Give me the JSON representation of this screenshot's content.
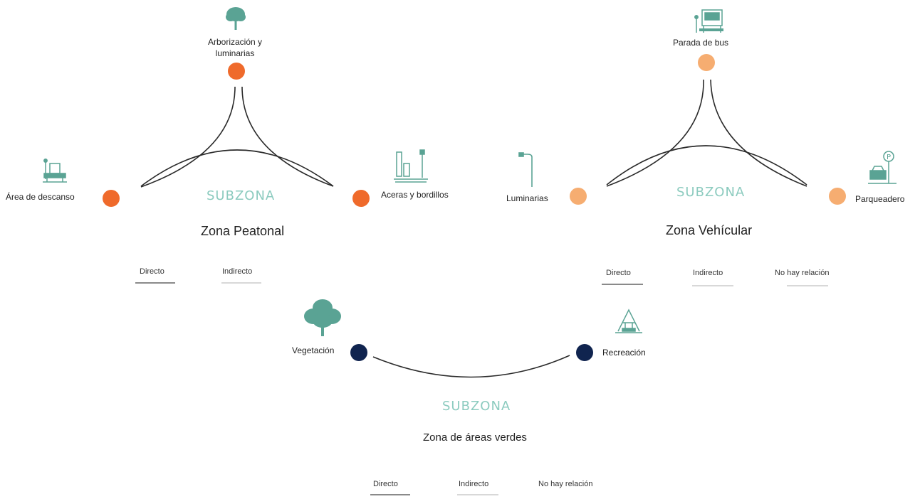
{
  "colors": {
    "peatonal_node": "#ef6a2b",
    "vehicular_node": "#f6ad71",
    "verdes_node": "#10244f",
    "subzona_text": "#8ccbbf",
    "icon": "#5aa394",
    "curve": "#2a2a2a",
    "legend_directo": "#8a8a8a",
    "legend_indirecto": "#d8d8d8"
  },
  "subzona_label": "SUBZONA",
  "zones": {
    "peatonal": {
      "title": "Zona Peatonal",
      "nodes": {
        "top": {
          "label_line1": "Arborización y",
          "label_line2": "luminarias",
          "icon": "tree-icon"
        },
        "left": {
          "label": "Área de descanso",
          "icon": "bench-icon"
        },
        "right": {
          "label": "Aceras y bordillos",
          "icon": "sidewalk-icon"
        }
      },
      "legend": [
        "Directo",
        "Indirecto"
      ]
    },
    "vehicular": {
      "title": "Zona Vehícular",
      "nodes": {
        "top": {
          "label": "Parada de bus",
          "icon": "bus-stop-icon"
        },
        "left": {
          "label": "Luminarias",
          "icon": "street-lamp-icon"
        },
        "right": {
          "label": "Parqueadero",
          "icon": "parking-icon"
        }
      },
      "legend": [
        "Directo",
        "Indirecto",
        "No hay relación"
      ]
    },
    "verdes": {
      "title": "Zona de áreas verdes",
      "nodes": {
        "left": {
          "label": "Vegetación",
          "icon": "vegetation-tree-icon"
        },
        "right": {
          "label": "Recreación",
          "icon": "playground-icon"
        }
      },
      "legend": [
        "Directo",
        "Indirecto",
        "No hay relación"
      ]
    }
  }
}
